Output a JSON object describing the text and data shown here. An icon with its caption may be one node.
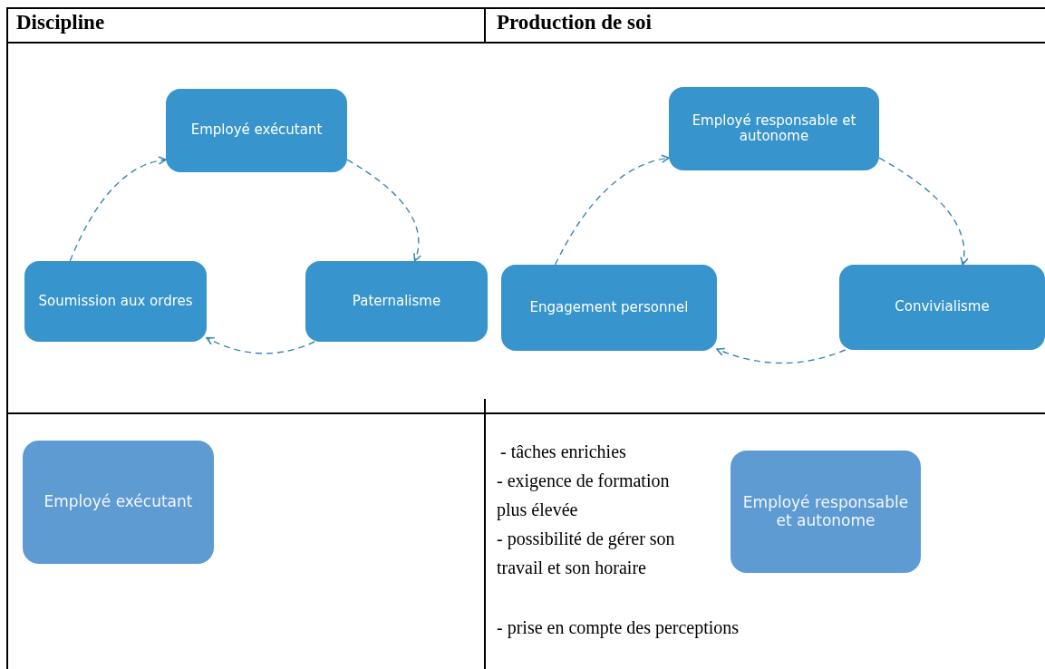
{
  "diagram": {
    "nodes": [
      {
        "text": [
          "Employé exécutant"
        ]
      },
      {
        "text": [
          "Paternalisme"
        ]
      },
      {
        "text": [
          "Soumission aux ordres"
        ]
      },
      {
        "text": [
          "Employé responsable et autonome"
        ]
      },
      {
        "text": [
          "Convivialisme"
        ]
      },
      {
        "text": [
          "Engagement personnel"
        ]
      },
      {
        "text": [
          "Employé exécutant"
        ]
      },
      {
        "text": [
          "Employé responsable et autonome"
        ]
      }
    ],
    "edges": [
      {
        "from": 0,
        "to": 1,
        "arrow": "to",
        "style": "dashed"
      },
      {
        "from": 1,
        "to": 2,
        "arrow": "to",
        "style": "dashed"
      },
      {
        "from": 2,
        "to": 0,
        "arrow": "to",
        "style": "dashed"
      },
      {
        "from": 3,
        "to": 4,
        "arrow": "to",
        "style": "dashed"
      },
      {
        "from": 4,
        "to": 5,
        "arrow": "to",
        "style": "dashed"
      },
      {
        "from": 5,
        "to": 3,
        "arrow": "to",
        "style": "dashed"
      }
    ],
    "labels": [
      "Discipline",
      "Production de soi",
      "- tâches enrichies",
      "- exigence de formation plus élevée",
      "- possibilité de gérer son travail et son horaire",
      "- prise en compte des perceptions"
    ]
  }
}
